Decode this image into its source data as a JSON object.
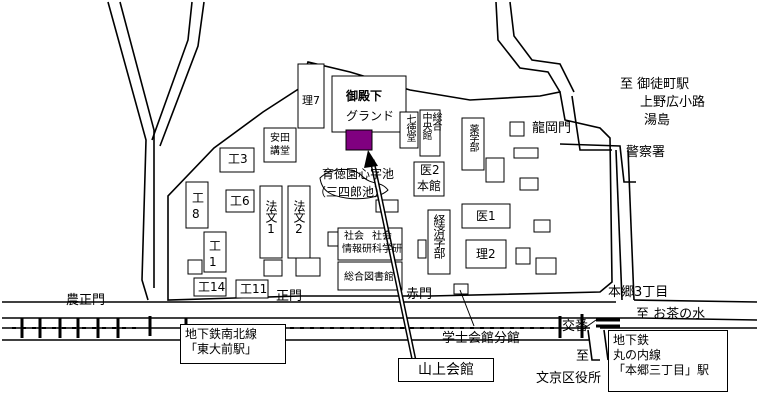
{
  "labels": {
    "denhen_area": "至 御徒町駅",
    "ueno": "上野広小路",
    "yushima": "湯島",
    "police": "警察署",
    "ryuoka_gate": "龍岡門",
    "ochanomizu": "至 お茶の水",
    "hongo3": "本郷3丁目",
    "intersection": "交番",
    "bunkyo": "至\n文京区役所",
    "noshomon": "農正門",
    "seimon": "正門",
    "akamon": "赤門",
    "gakushi": "学士会館分館",
    "ikutoku": "育徳園心字池",
    "santaro": "（三四郎池）",
    "goten": "御殿下",
    "ground": "グランド",
    "ri7": "理7",
    "yasuda1": "安田",
    "yasuda2": "講堂",
    "k3": "工3",
    "k6": "工6",
    "k8": "工\n8",
    "k1": "工\n1",
    "k14": "工14",
    "k11": "工11",
    "hobun1": "法文1",
    "hobun2": "法文2",
    "shakai": "社会",
    "shakai2": "社会",
    "johoken": "情報研",
    "kagakuken": "科学研",
    "library": "総合図書館",
    "nanatoku": "七徳堂",
    "sogo": "総合",
    "chuo": "中央館",
    "yaku": "薬学部",
    "i2": "医2",
    "honkan": "本館",
    "keizai": "経済学部",
    "i1": "医1",
    "ri2": "理2"
  },
  "callouts": {
    "namboku_line1": "地下鉄南北線",
    "namboku_line2": "「東大前駅」",
    "marunouchi_line1": "地下鉄",
    "marunouchi_line2": "丸の内線",
    "marunouchi_line3": "「本郷三丁目」駅",
    "yamanoue": "山上会館"
  },
  "colors": {
    "destination": "#800080"
  }
}
